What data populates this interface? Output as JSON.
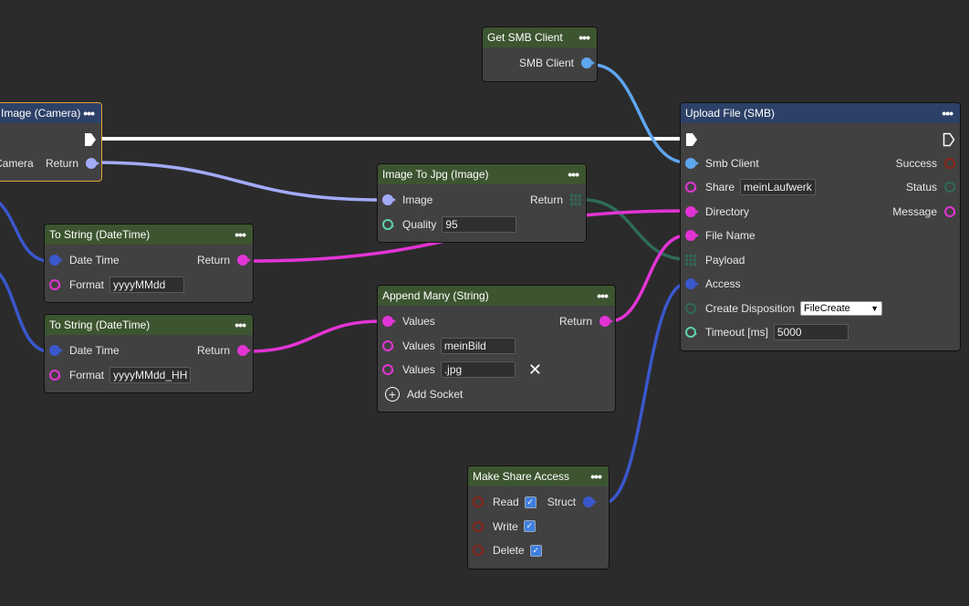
{
  "colors": {
    "exec": "#ffffff",
    "image": "#a3abf8",
    "string": "#e234d4",
    "datetime": "#3a57cc",
    "smb": "#5ea6ee",
    "bytes": "#2e6a5a",
    "number": "#5fd1a6",
    "bool": "#8a2418",
    "enum": "#2e6a5a",
    "selected": "#e3a43a"
  },
  "nodes": [
    {
      "id": "camera",
      "title": "Image (Camera)",
      "header": "blue",
      "selected": true,
      "rows": [
        {
          "right": {
            "socket": "exec"
          }
        },
        {
          "left": {
            "label": "Camera",
            "socket": "none"
          },
          "right": {
            "label": "Return",
            "socket": "filled",
            "type": "image"
          }
        }
      ]
    },
    {
      "id": "smb",
      "title": "Get SMB Client",
      "header": "green",
      "rows": [
        {
          "right": {
            "label": "SMB Client",
            "socket": "filled",
            "type": "smb"
          }
        }
      ]
    },
    {
      "id": "upload",
      "title": "Upload File (SMB)",
      "header": "blue",
      "rows": [
        {
          "left": {
            "socket": "exec"
          },
          "right": {
            "socket": "exec-out"
          }
        },
        {
          "left": {
            "label": "Smb Client",
            "socket": "filled",
            "type": "smb"
          },
          "right": {
            "label": "Success",
            "socket": "hollow",
            "type": "bool"
          }
        },
        {
          "left": {
            "label": "Share",
            "socket": "hollow",
            "type": "string",
            "input": "meinLaufwerk"
          },
          "right": {
            "label": "Status",
            "socket": "hollow",
            "type": "enum"
          }
        },
        {
          "left": {
            "label": "Directory",
            "socket": "filled",
            "type": "string"
          },
          "right": {
            "label": "Message",
            "socket": "hollow",
            "type": "string"
          }
        },
        {
          "left": {
            "label": "File Name",
            "socket": "filled",
            "type": "string"
          }
        },
        {
          "left": {
            "label": "Payload",
            "socket": "grid",
            "type": "bytes"
          }
        },
        {
          "left": {
            "label": "Access",
            "socket": "filled",
            "type": "datetime"
          }
        },
        {
          "left": {
            "label": "Create Disposition",
            "socket": "hollow",
            "type": "enum",
            "select": "FileCreate"
          }
        },
        {
          "left": {
            "label": "Timeout [ms]",
            "socket": "hollow",
            "type": "number",
            "input": "5000"
          }
        }
      ]
    },
    {
      "id": "jpg",
      "title": "Image To Jpg (Image)",
      "header": "green",
      "rows": [
        {
          "left": {
            "label": "Image",
            "socket": "filled",
            "type": "image"
          },
          "right": {
            "label": "Return",
            "socket": "grid",
            "type": "bytes"
          }
        },
        {
          "left": {
            "label": "Quality",
            "socket": "hollow",
            "type": "number",
            "input": "95"
          }
        }
      ]
    },
    {
      "id": "ts1",
      "title": "To String (DateTime)",
      "header": "green",
      "rows": [
        {
          "left": {
            "label": "Date Time",
            "socket": "filled",
            "type": "datetime"
          },
          "right": {
            "label": "Return",
            "socket": "filled",
            "type": "string"
          }
        },
        {
          "left": {
            "label": "Format",
            "socket": "hollow",
            "type": "string",
            "input": "yyyyMMdd"
          }
        }
      ]
    },
    {
      "id": "ts2",
      "title": "To String (DateTime)",
      "header": "green",
      "rows": [
        {
          "left": {
            "label": "Date Time",
            "socket": "filled",
            "type": "datetime"
          },
          "right": {
            "label": "Return",
            "socket": "filled",
            "type": "string"
          }
        },
        {
          "left": {
            "label": "Format",
            "socket": "hollow",
            "type": "string",
            "input": "yyyyMMdd_HH"
          }
        }
      ]
    },
    {
      "id": "append",
      "title": "Append Many (String)",
      "header": "green",
      "rows": [
        {
          "left": {
            "label": "Values",
            "socket": "filled",
            "type": "string"
          },
          "right": {
            "label": "Return",
            "socket": "filled",
            "type": "string"
          }
        },
        {
          "left": {
            "label": "Values",
            "socket": "hollow",
            "type": "string",
            "input": "meinBild"
          }
        },
        {
          "left": {
            "label": "Values",
            "socket": "hollow",
            "type": "string",
            "input": ".jpg",
            "remove": true
          }
        },
        {
          "add": "Add Socket"
        }
      ]
    },
    {
      "id": "share",
      "title": "Make Share Access",
      "header": "green",
      "rows": [
        {
          "left": {
            "label": "Read",
            "socket": "hollow",
            "type": "bool",
            "check": true
          },
          "right": {
            "label": "Struct",
            "socket": "filled",
            "type": "datetime"
          }
        },
        {
          "left": {
            "label": "Write",
            "socket": "hollow",
            "type": "bool",
            "check": true
          }
        },
        {
          "left": {
            "label": "Delete",
            "socket": "hollow",
            "type": "bool",
            "check": true
          }
        }
      ]
    }
  ]
}
